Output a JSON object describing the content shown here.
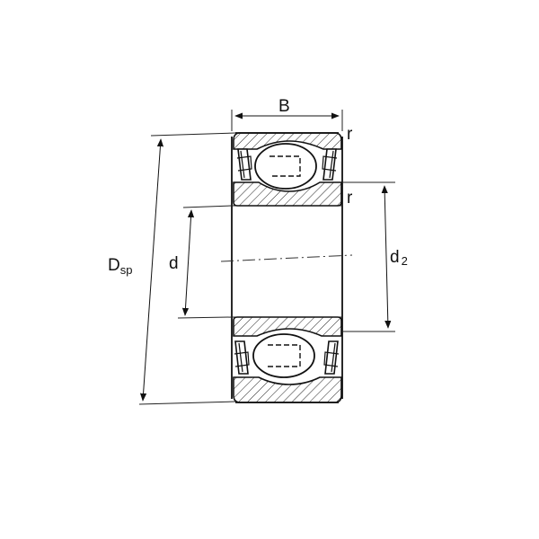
{
  "labels": {
    "width": "B",
    "corner_top": "r",
    "corner_inner": "r",
    "outer_dia_main": "D",
    "outer_dia_sub": "sp",
    "bore": "d",
    "shoulder_main": "d",
    "shoulder_sub": "2"
  },
  "colors": {
    "line": "#111111",
    "background": "#ffffff"
  }
}
